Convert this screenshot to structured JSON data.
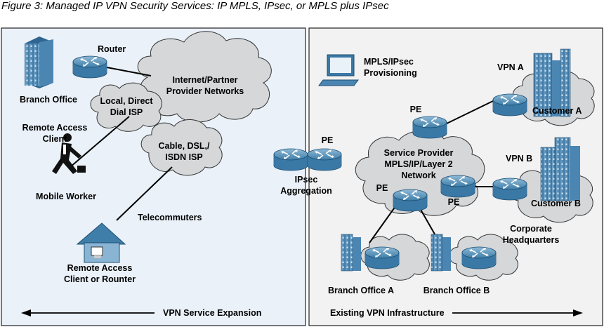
{
  "caption": "Figure 3: Managed IP VPN Security Services: IP MPLS, IPsec, or MPLS plus IPsec",
  "left_panel": {
    "branch_office": "Branch Office",
    "router": "Router",
    "internet_line1": "Internet/Partner",
    "internet_line2": "Provider Networks",
    "dial_line1": "Local, Direct",
    "dial_line2": "Dial ISP",
    "remote_line1": "Remote Access",
    "remote_line2": "Client",
    "cable_line1": "Cable, DSL,/",
    "cable_line2": "ISDN ISP",
    "mobile_worker": "Mobile Worker",
    "telecommuters": "Telecommuters",
    "rac_line1": "Remote Access",
    "rac_line2": "Client or Rounter",
    "footer": "VPN Service Expansion"
  },
  "middle": {
    "pe": "PE",
    "ipsec_line1": "IPsec",
    "ipsec_line2": "Aggregation"
  },
  "right_panel": {
    "mpls_line1": "MPLS/IPsec",
    "mpls_line2": "Provisioning",
    "vpn_a": "VPN A",
    "customer_a": "Customer A",
    "pe_top": "PE",
    "sp_line1": "Service Provider",
    "sp_line2": "MPLS/IP/Layer 2",
    "sp_line3": "Network",
    "pe_center": "PE",
    "pe_right": "PE",
    "vpn_b": "VPN B",
    "customer_b": "Customer B",
    "corp_line1": "Corporate",
    "corp_line2": "Headquarters",
    "branch_a": "Branch Office A",
    "branch_b": "Branch Office B",
    "footer": "Existing VPN Infrastructure"
  }
}
